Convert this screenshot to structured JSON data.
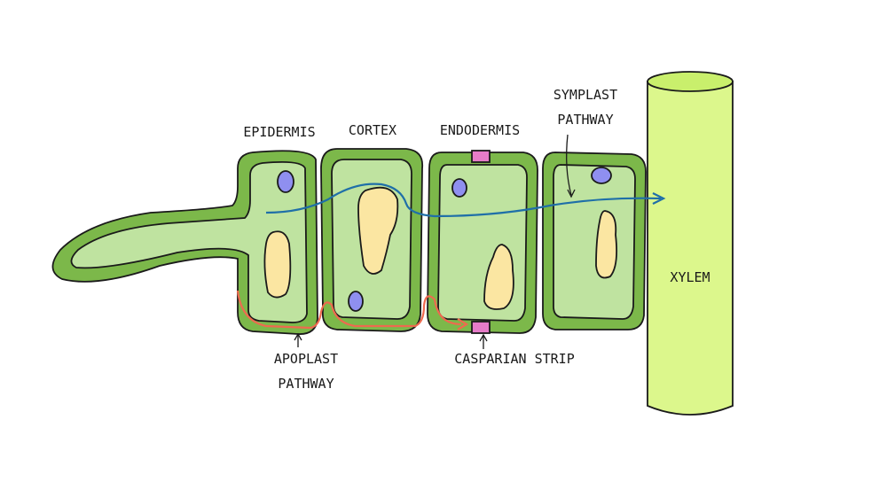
{
  "labels": {
    "epidermis": "EPIDERMIS",
    "cortex": "CORTEX",
    "endodermis": "ENDODERMIS",
    "symplast_line1": "SYMPLAST",
    "symplast_line2": "PATHWAY",
    "xylem": "XYLEM",
    "apoplast_line1": "APOPLAST",
    "apoplast_line2": "PATHWAY",
    "casparian": "CASPARIAN STRIP"
  },
  "colors": {
    "cell_wall": "#7cb84a",
    "cytoplasm": "#bfe3a0",
    "vacuole": "#fbe6a2",
    "nucleus": "#8f8ff0",
    "symplast": "#1f6fa8",
    "apoplast": "#ee6a4f",
    "casparian": "#e67cc8",
    "xylem": "#dcf78c",
    "xylem_top": "#c9ef6c"
  }
}
